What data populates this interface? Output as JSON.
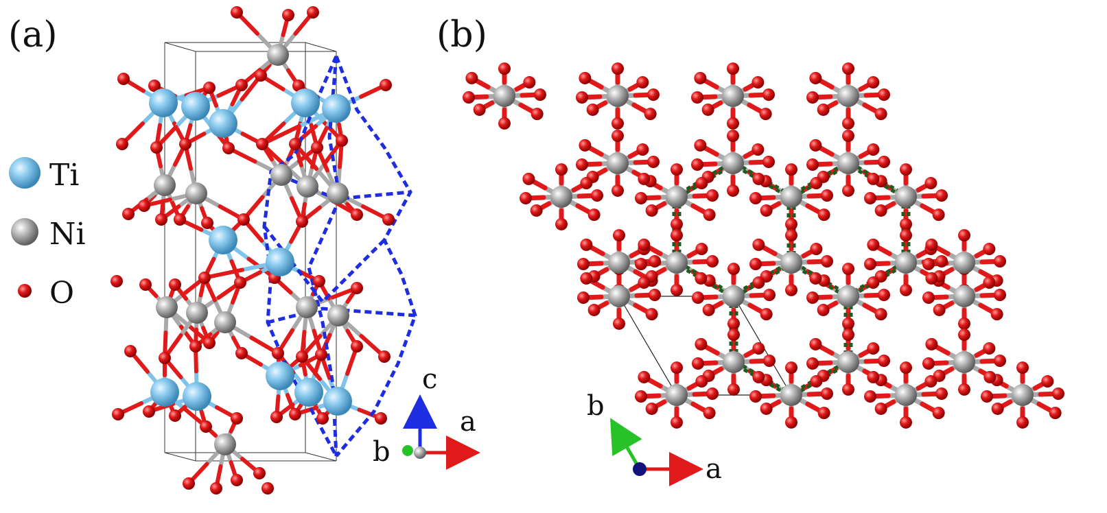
{
  "panel_a": {
    "label": "(a)"
  },
  "panel_b": {
    "label": "(b)"
  },
  "legend": [
    {
      "label": "Ti",
      "color": "#7fc4e8"
    },
    {
      "label": "Ni",
      "color": "#a9a9a9"
    },
    {
      "label": "O",
      "color": "#e01a1a"
    }
  ],
  "axes_a": {
    "c": "c",
    "a": "a",
    "b": "b"
  },
  "axes_b": {
    "b": "b",
    "a": "a"
  },
  "colors": {
    "ti": "#7fc4e8",
    "ni": "#a9a9a9",
    "o": "#e01a1a",
    "cluster_dash": "#1f2de0",
    "kagome_dash": "#1e5b1e",
    "axis_a": "#e01a1a",
    "axis_b": "#27c227",
    "axis_c": "#1f2de0"
  }
}
